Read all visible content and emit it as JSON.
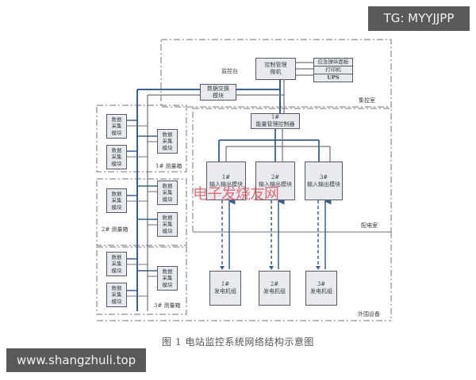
{
  "diagram": {
    "caption": "图 1  电站监控系统网络结构示意图",
    "colors": {
      "bus": "#3d5f8c",
      "line": "#6b6f78",
      "box_fill": "#e8eaf0",
      "box_border": "#555a63",
      "zone_border": "#6b6f78",
      "watermark": "#d9434e"
    },
    "zones": {
      "central_control": "集控室",
      "monitor_console": "监控台",
      "distribution_room": "配电室",
      "peripheral": "外围设备"
    },
    "control_computer": {
      "line1": "控制管理",
      "line2": "微机"
    },
    "peripherals": [
      "应急操纵面板",
      "打印机",
      "UPS"
    ],
    "data_exchange": {
      "line1": "数据交换",
      "line2": "模块"
    },
    "energy_controller": {
      "line1": "1#",
      "line2": "能量管理控制器"
    },
    "io_modules": [
      {
        "id": "1#",
        "name": "输入输出模块"
      },
      {
        "id": "2#",
        "name": "输入输出模块"
      },
      {
        "id": "3#",
        "name": "输入输出模块"
      }
    ],
    "generators": [
      {
        "id": "1#",
        "name": "发电机组"
      },
      {
        "id": "2#",
        "name": "发电机组"
      },
      {
        "id": "3#",
        "name": "发电机组"
      }
    ],
    "measurement_boxes": [
      {
        "label": "1# 测量箱",
        "modules": [
          "数据\n采集\n模块",
          "数据\n采集\n模块",
          "数据\n采集\n模块"
        ]
      },
      {
        "label": "2# 测量箱",
        "modules": [
          "数据\n采集\n模块",
          "数据\n采集\n模块",
          "数据\n采集\n模块"
        ]
      },
      {
        "label": "3# 测量箱",
        "modules": [
          "数据\n采集\n模块",
          "数据\n采集\n模块",
          "数据\n采集\n模块"
        ]
      }
    ],
    "daq_module_text": {
      "l1": "数据",
      "l2": "采集",
      "l3": "模块"
    }
  },
  "watermark": "电子发烧友网",
  "badges": {
    "tg": "TG: MYYJJPP",
    "site": "www.shangzhuli.top"
  }
}
